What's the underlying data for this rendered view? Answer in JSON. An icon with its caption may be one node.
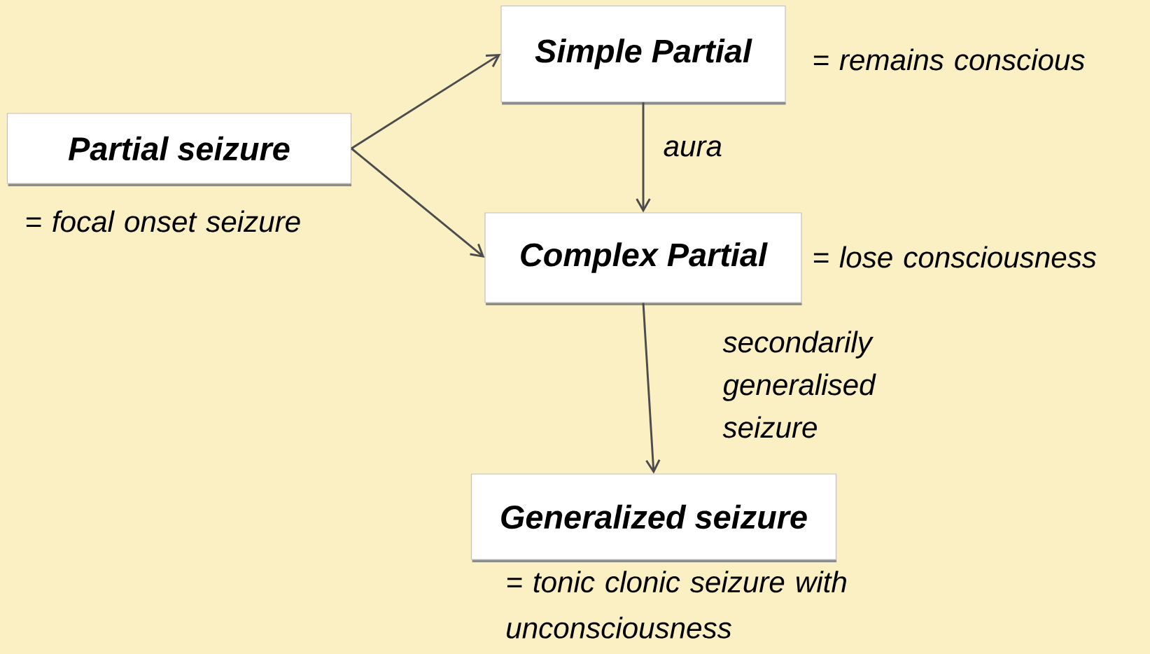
{
  "diagram": {
    "nodes": [
      {
        "text": [
          "Partial seizure"
        ],
        "beside": [
          "= focal onset seizure"
        ]
      },
      {
        "text": [
          "Simple Partial"
        ],
        "beside": [
          "= remains conscious"
        ]
      },
      {
        "text": [
          "Complex Partial"
        ],
        "beside": [
          "= lose consciousness"
        ]
      },
      {
        "text": [
          "Generalized seizure"
        ],
        "beside": [
          "= tonic clonic seizure with unconsciousness"
        ]
      }
    ],
    "edges": [
      {
        "from": 0,
        "to": 1,
        "arrow": "to"
      },
      {
        "from": 0,
        "to": 2,
        "arrow": "to"
      },
      {
        "from": 1,
        "to": 2,
        "arrow": "to",
        "label": "aura"
      },
      {
        "from": 2,
        "to": 3,
        "arrow": "to",
        "label": "secondarily generalised seizure"
      }
    ]
  }
}
